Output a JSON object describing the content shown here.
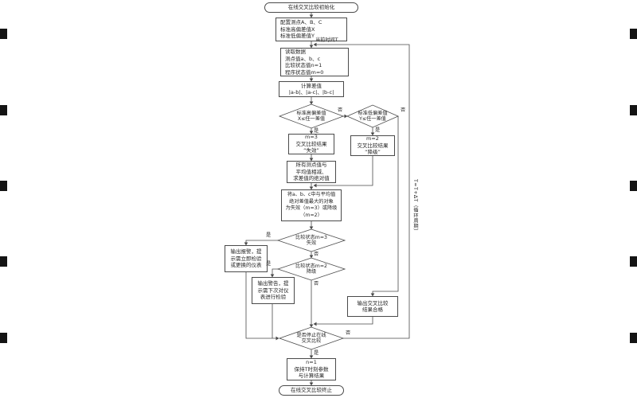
{
  "labels": {
    "yes": "是",
    "no": "否",
    "current_time": "当前时间T",
    "loop_note": "T=T+ΔT（循环周期）"
  },
  "nodes": {
    "start": "在线交叉比较初始化",
    "config": "配置测点A、B、C\n标准高偏差值X\n标准低偏差值Y",
    "read": "读取数据\n测点值a、b、c\n比较状态值n=1\n程序状态值m=0",
    "calc": "计算差值\n|a-b|、|a-c|、|b-c|",
    "d_high": "标准高偏差值\nX≤任一差值",
    "d_low": "标准低偏差值\nY≤任一差值",
    "m3": "m=3\n交叉比较结果\n“失效”",
    "m2": "m=2\n交叉比较结果\n“降级”",
    "avg": "所有测点值与\n平均值相减、\n求差值的绝对值",
    "max": "将a、b、c中与平均值\n绝对差值最大的对象\n为失效（m=3）或降级\n（m=2）",
    "d_m3": "比较状态m=3\n失效",
    "alarm": "输出报警，提\n示需立即检验\n或更换的仪表",
    "d_m2": "比较状态m=2\n降级",
    "warn": "输出警告，提\n示需下次对仪\n表进行检验",
    "pass": "输出交叉比较\n结果合格",
    "d_stop": "是否停止在线\n交叉比较",
    "keep": "n=1\n保持T时刻参数\n与计算结果",
    "end": "在线交叉比较终止"
  }
}
